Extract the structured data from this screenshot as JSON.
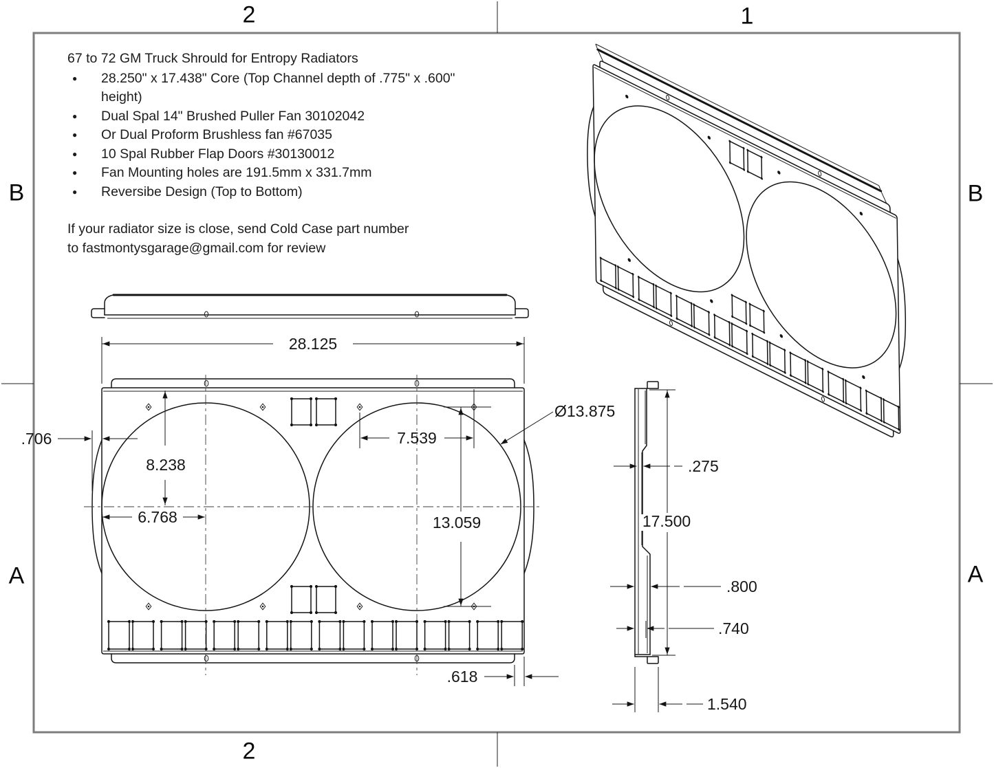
{
  "sheet": {
    "zones": {
      "top_left": "2",
      "top_right": "1",
      "bottom_left": "2",
      "left_upper": "B",
      "left_lower": "A",
      "right_upper": "B",
      "right_lower": "A"
    }
  },
  "notes": {
    "title": "67 to 72 GM Truck Shrould for Entropy Radiators",
    "bullets": [
      "28.250\" x 17.438\" Core (Top Channel depth of .775\" x .600\" height)",
      "Dual Spal 14\" Brushed Puller Fan 30102042",
      "Or Dual Proform Brushless fan #67035",
      "10 Spal Rubber Flap Doors #30130012",
      "Fan Mounting holes are 191.5mm x 331.7mm",
      "Reversibe Design (Top to Bottom)"
    ],
    "footer_line1": "If your radiator size is close, send Cold Case part number",
    "footer_line2": "to fastmontysgarage@gmail.com for review"
  },
  "dimensions": {
    "front_width": "28.125",
    "fan_diameter": "Ø13.875",
    "left_offset": ".706",
    "center_height": "8.238",
    "hole_spacing_h": "7.539",
    "center_offset": "6.768",
    "hole_spacing_v": "13.059",
    "bottom_offset": ".618",
    "channel_depth": ".275",
    "side_height": "17.500",
    "lower_depth": ".800",
    "bottom_step": ".740",
    "total_depth": "1.540"
  }
}
